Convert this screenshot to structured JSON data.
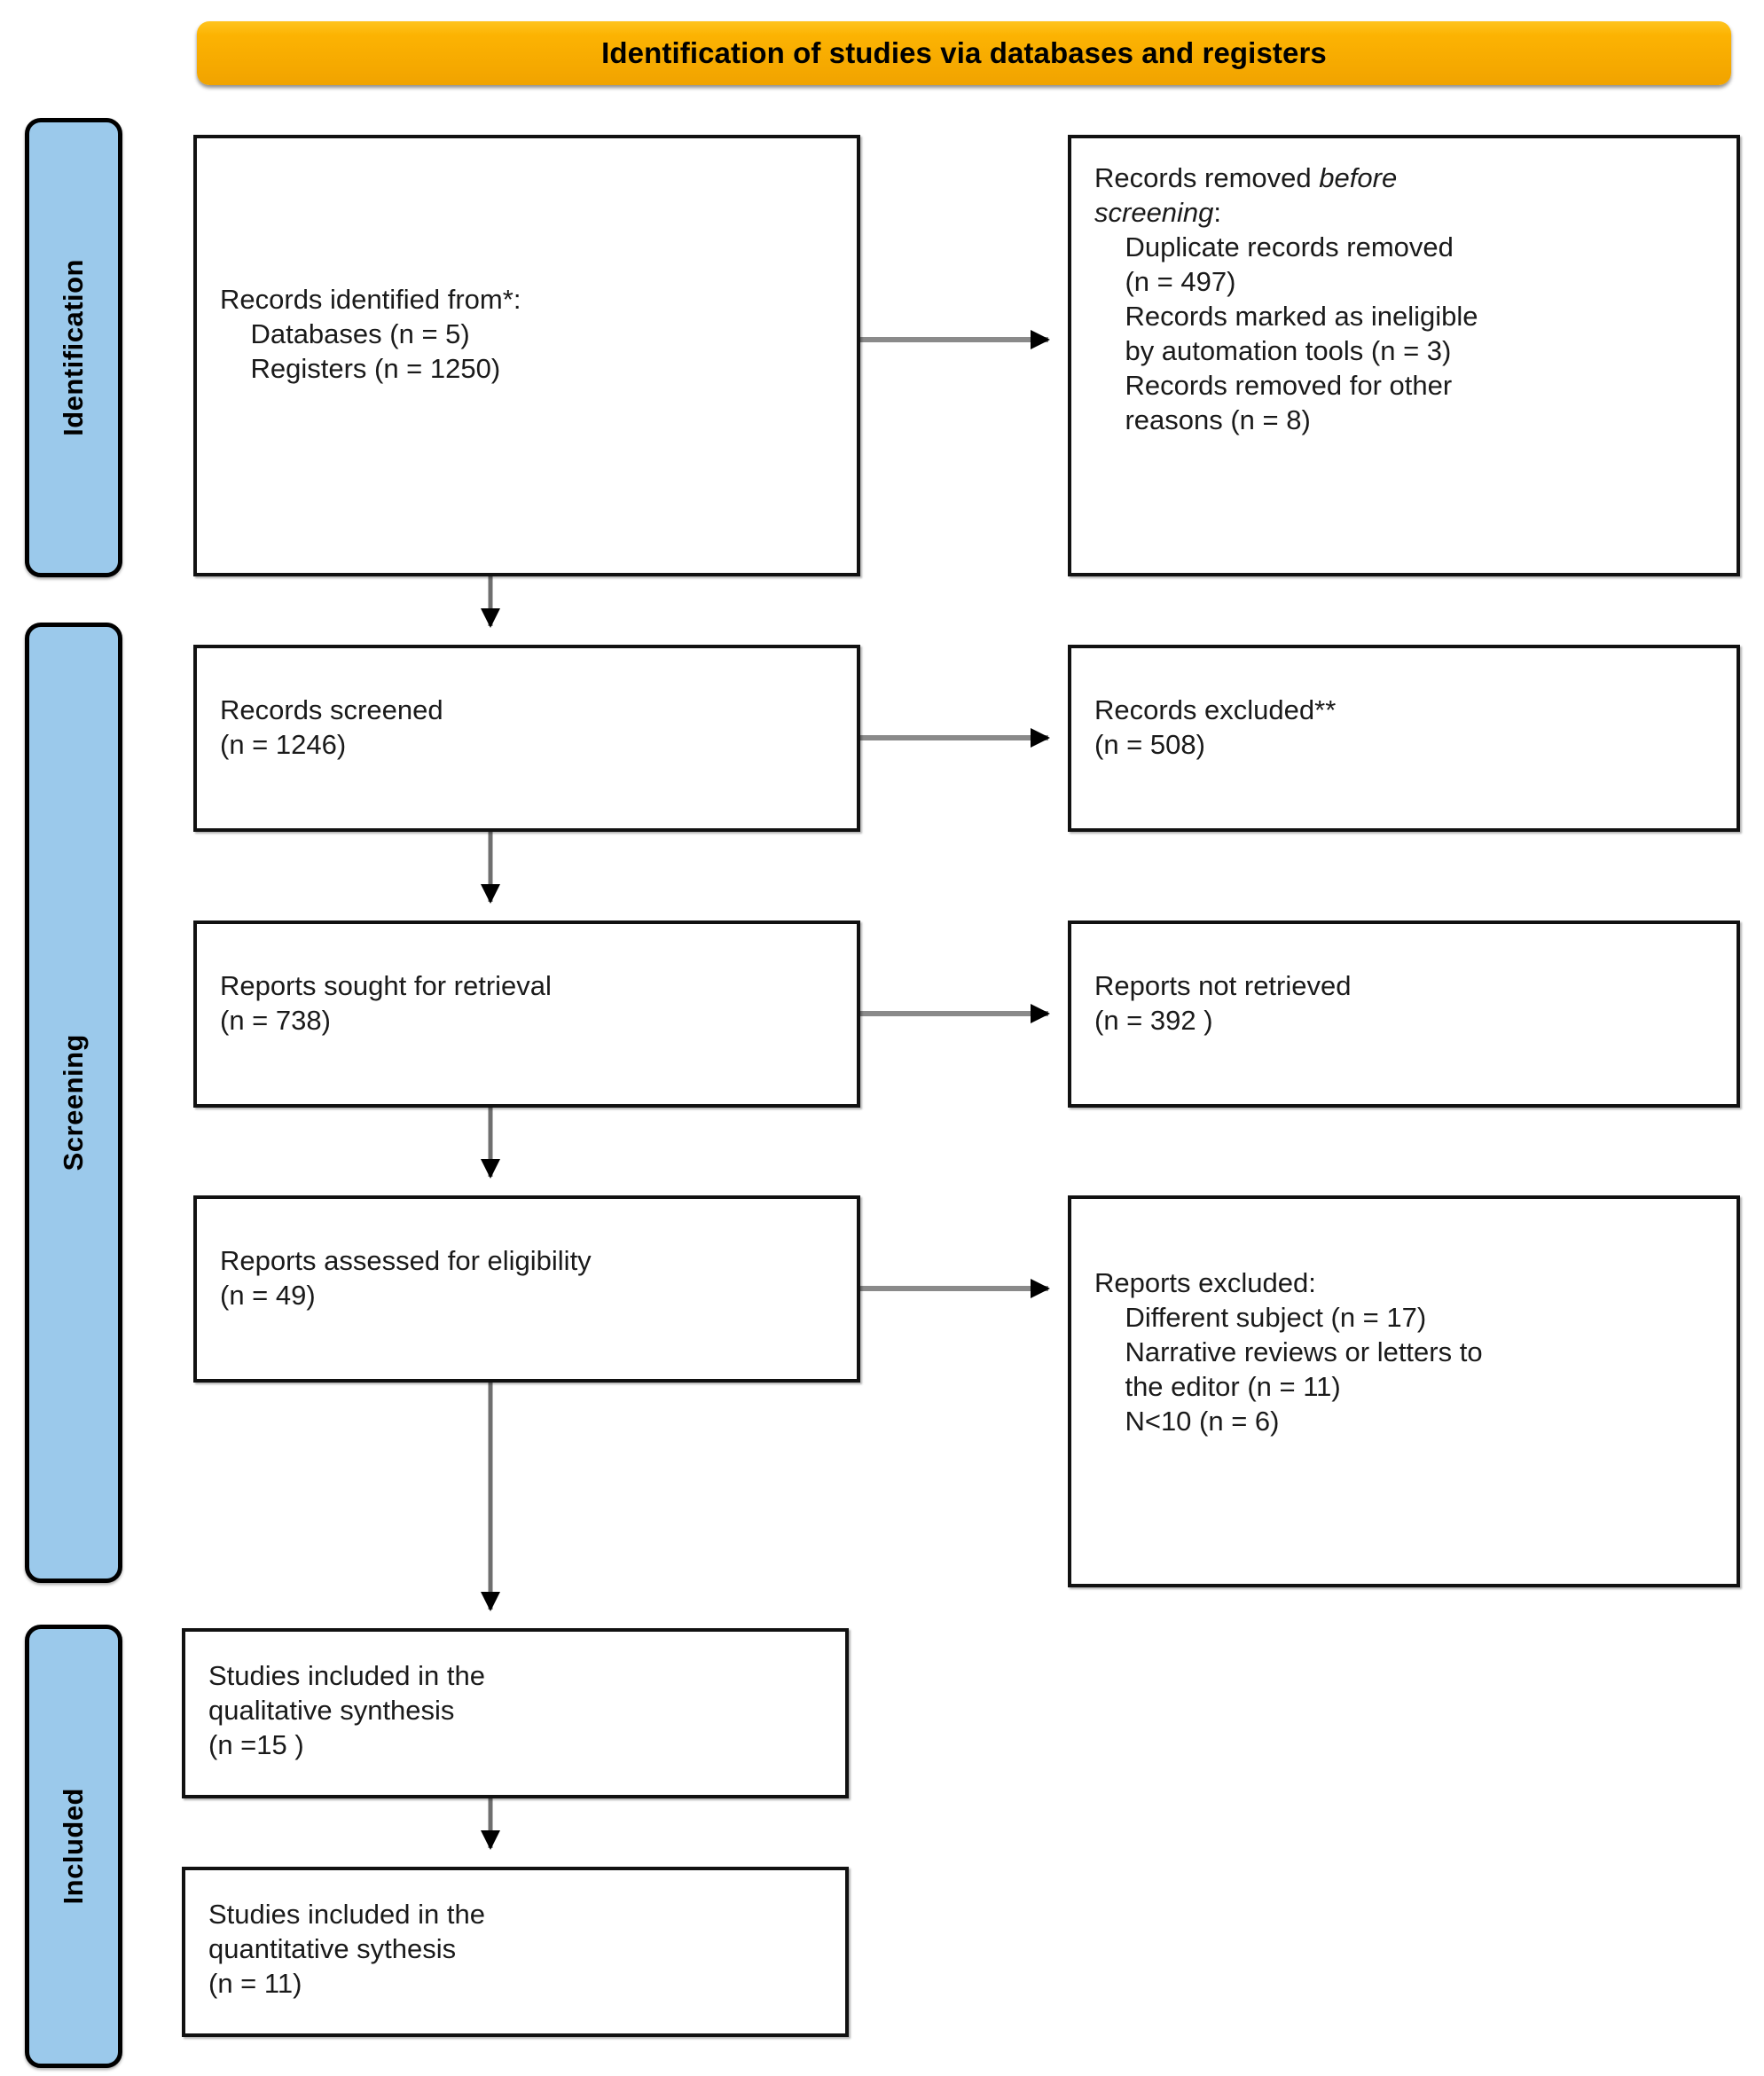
{
  "banner": {
    "title": "Identification of studies via databases and registers"
  },
  "stages": [
    {
      "id": "identification",
      "label": "Identification"
    },
    {
      "id": "screening",
      "label": "Screening"
    },
    {
      "id": "included",
      "label": "Included"
    }
  ],
  "colors": {
    "banner_fill": "#F5A800",
    "stage_fill": "#9BC9EB",
    "box_border": "#111111",
    "box_fill": "#FFFFFF",
    "connector": "#808080",
    "arrowhead": "#000000",
    "text": "#1A1A1A"
  },
  "nodes": {
    "identified": {
      "line1": "Records identified from*:",
      "line2": "    Databases (n = 5)",
      "line3": "    Registers (n = 1250)"
    },
    "removed": {
      "line1_a": "Records removed ",
      "line1_b": "before",
      "line2_b": "screening",
      "line2_a": ":",
      "line3": "    Duplicate records removed",
      "line4": "    (n = 497)",
      "line5": "    Records marked as ineligible",
      "line6": "    by automation tools (n = 3)",
      "line7": "    Records removed for other",
      "line8": "    reasons (n = 8)"
    },
    "screened": {
      "line1": "Records screened",
      "line2": "(n = 1246)"
    },
    "excluded_records": {
      "line1": "Records excluded**",
      "line2": "(n = 508)"
    },
    "sought": {
      "line1": "Reports sought for retrieval",
      "line2": "(n = 738)"
    },
    "not_retrieved": {
      "line1": "Reports not retrieved",
      "line2": "(n = 392 )"
    },
    "assessed": {
      "line1": "Reports assessed for eligibility",
      "line2": "(n = 49)"
    },
    "reports_excluded": {
      "line1": "Reports excluded:",
      "line2": "    Different subject (n = 17)",
      "line3": "    Narrative reviews or letters to",
      "line4": "    the editor (n = 11)",
      "line5": "    N<10 (n = 6)"
    },
    "qualitative": {
      "line1": "Studies included in the",
      "line2": "qualitative synthesis",
      "line3": "(n =15 )"
    },
    "quantitative": {
      "line1": "Studies included in the",
      "line2": "quantitative sythesis",
      "line3": "(n = 11)"
    }
  },
  "chart_data": {
    "type": "diagram",
    "diagram_kind": "PRISMA 2020 flow diagram",
    "title": "Identification of studies via databases and registers",
    "phases": [
      {
        "phase": "Identification",
        "main": [
          {
            "label": "Records identified from*",
            "details": [
              {
                "source": "Databases",
                "n": 5
              },
              {
                "source": "Registers",
                "n": 1250
              }
            ]
          }
        ],
        "side": [
          {
            "label": "Records removed before screening",
            "details": [
              {
                "reason": "Duplicate records removed",
                "n": 497
              },
              {
                "reason": "Records marked as ineligible by automation tools",
                "n": 3
              },
              {
                "reason": "Records removed for other reasons",
                "n": 8
              }
            ]
          }
        ]
      },
      {
        "phase": "Screening",
        "main": [
          {
            "label": "Records screened",
            "n": 1246
          },
          {
            "label": "Reports sought for retrieval",
            "n": 738
          },
          {
            "label": "Reports assessed for eligibility",
            "n": 49
          }
        ],
        "side": [
          {
            "label": "Records excluded**",
            "n": 508
          },
          {
            "label": "Reports not retrieved",
            "n": 392
          },
          {
            "label": "Reports excluded",
            "details": [
              {
                "reason": "Different subject",
                "n": 17
              },
              {
                "reason": "Narrative reviews or letters to the editor",
                "n": 11
              },
              {
                "reason": "N<10",
                "n": 6
              }
            ]
          }
        ]
      },
      {
        "phase": "Included",
        "main": [
          {
            "label": "Studies included in the qualitative synthesis",
            "n": 15
          },
          {
            "label": "Studies included in the quantitative sythesis",
            "n": 11
          }
        ],
        "side": []
      }
    ],
    "flow_edges": [
      {
        "from": "Records identified from*",
        "to": "Records removed before screening",
        "direction": "right"
      },
      {
        "from": "Records identified from*",
        "to": "Records screened",
        "direction": "down"
      },
      {
        "from": "Records screened",
        "to": "Records excluded**",
        "direction": "right"
      },
      {
        "from": "Records screened",
        "to": "Reports sought for retrieval",
        "direction": "down"
      },
      {
        "from": "Reports sought for retrieval",
        "to": "Reports not retrieved",
        "direction": "right"
      },
      {
        "from": "Reports sought for retrieval",
        "to": "Reports assessed for eligibility",
        "direction": "down"
      },
      {
        "from": "Reports assessed for eligibility",
        "to": "Reports excluded",
        "direction": "right"
      },
      {
        "from": "Reports assessed for eligibility",
        "to": "Studies included in the qualitative synthesis",
        "direction": "down"
      },
      {
        "from": "Studies included in the qualitative synthesis",
        "to": "Studies included in the quantitative sythesis",
        "direction": "down"
      }
    ]
  }
}
